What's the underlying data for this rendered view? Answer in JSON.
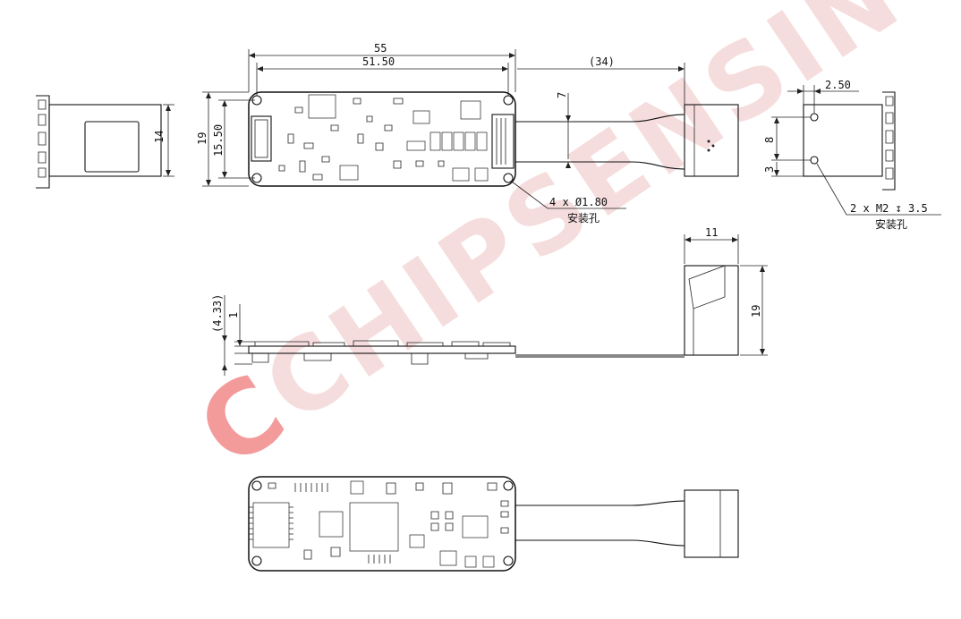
{
  "watermark": {
    "text": "CHIPSENSING",
    "accent": "#ef7a7a",
    "color": "#f4d2d2"
  },
  "dimensions": {
    "length_overall": "55",
    "hole_pitch_x": "51.50",
    "cable_length": "(34)",
    "cable_width": "7",
    "board_height": "19",
    "hole_pitch_y": "15.50",
    "left_view_height": "14",
    "right_hole_offset": "2.50",
    "right_hole_pitch": "8",
    "right_hole_edge": "3",
    "connector_width": "11",
    "connector_height": "19",
    "side_overall": "(4.33)",
    "side_thickness": "1"
  },
  "callouts": {
    "board_holes": {
      "spec": "4 x Ø1.80",
      "label": "安装孔"
    },
    "connector_holes": {
      "spec": "2 x M2 ↧ 3.5",
      "label": "安装孔"
    }
  },
  "colors": {
    "line": "#111111",
    "watermark": "#f4d2d2",
    "watermark_accent": "#ef7a7a"
  }
}
